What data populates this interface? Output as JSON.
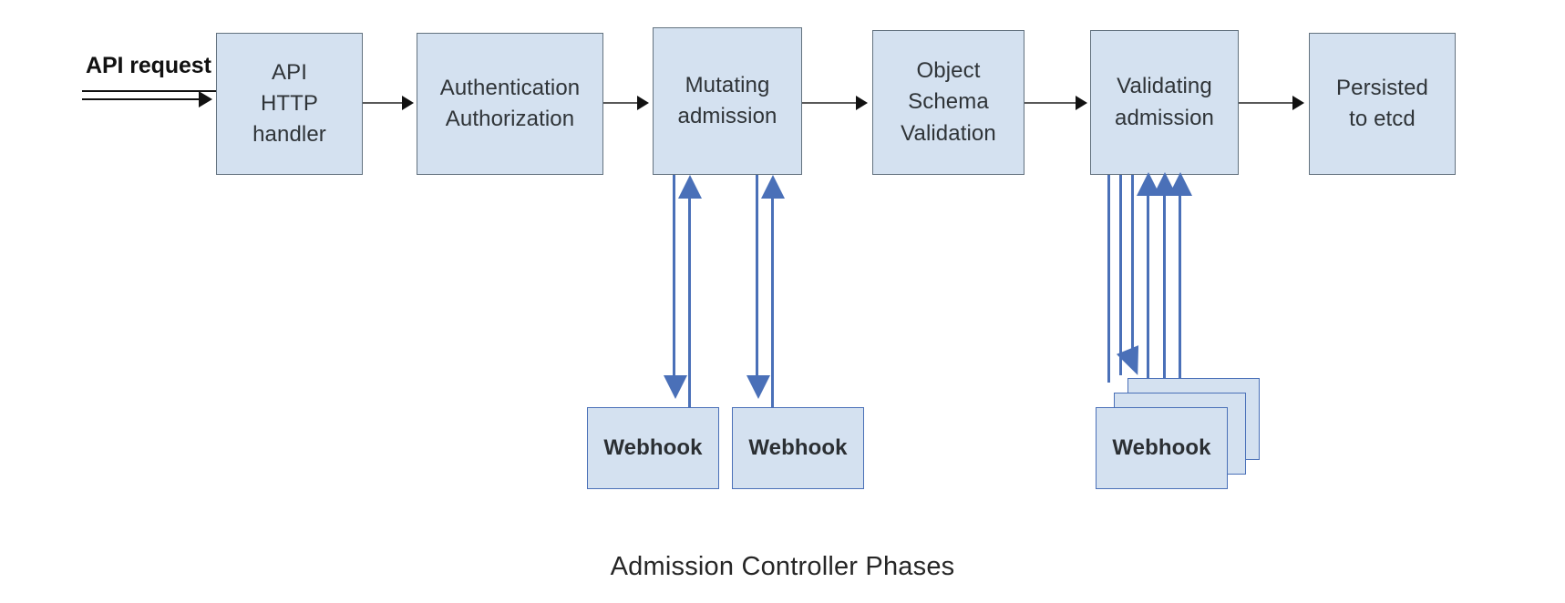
{
  "diagram": {
    "caption": "Admission Controller Phases",
    "entry": {
      "label": "API request",
      "icon": "arrow-right-icon"
    },
    "colors": {
      "box_fill": "#d4e1f0",
      "box_border": "#63727f",
      "webhook_border": "#4a70b8",
      "connector": "#595959",
      "arrow": "#111111",
      "blue_connector": "#4a70b8",
      "background": "#ffffff",
      "text": "#2f3438"
    },
    "phases": [
      {
        "id": "api-http-handler",
        "label": "API\nHTTP\nhandler"
      },
      {
        "id": "authentication-authorization",
        "label": "Authentication\nAuthorization"
      },
      {
        "id": "mutating-admission",
        "label": "Mutating\nadmission"
      },
      {
        "id": "object-schema-validation",
        "label": "Object\nSchema\nValidation"
      },
      {
        "id": "validating-admission",
        "label": "Validating\nadmission"
      },
      {
        "id": "persisted-to-etcd",
        "label": "Persisted\nto etcd"
      }
    ],
    "webhooks": [
      {
        "id": "mutating-webhook-1",
        "label": "Webhook",
        "attached_to": "mutating-admission"
      },
      {
        "id": "mutating-webhook-2",
        "label": "Webhook",
        "attached_to": "mutating-admission"
      },
      {
        "id": "validating-webhook-stack",
        "label": "Webhook",
        "attached_to": "validating-admission",
        "stack_count": 3
      }
    ],
    "connectors": [
      {
        "from": "api-request",
        "to": "api-http-handler",
        "style": "solid-black"
      },
      {
        "from": "api-http-handler",
        "to": "authentication-authorization",
        "style": "solid-gray"
      },
      {
        "from": "authentication-authorization",
        "to": "mutating-admission",
        "style": "solid-gray"
      },
      {
        "from": "mutating-admission",
        "to": "object-schema-validation",
        "style": "solid-gray"
      },
      {
        "from": "object-schema-validation",
        "to": "validating-admission",
        "style": "solid-gray"
      },
      {
        "from": "validating-admission",
        "to": "persisted-to-etcd",
        "style": "solid-gray"
      }
    ]
  }
}
